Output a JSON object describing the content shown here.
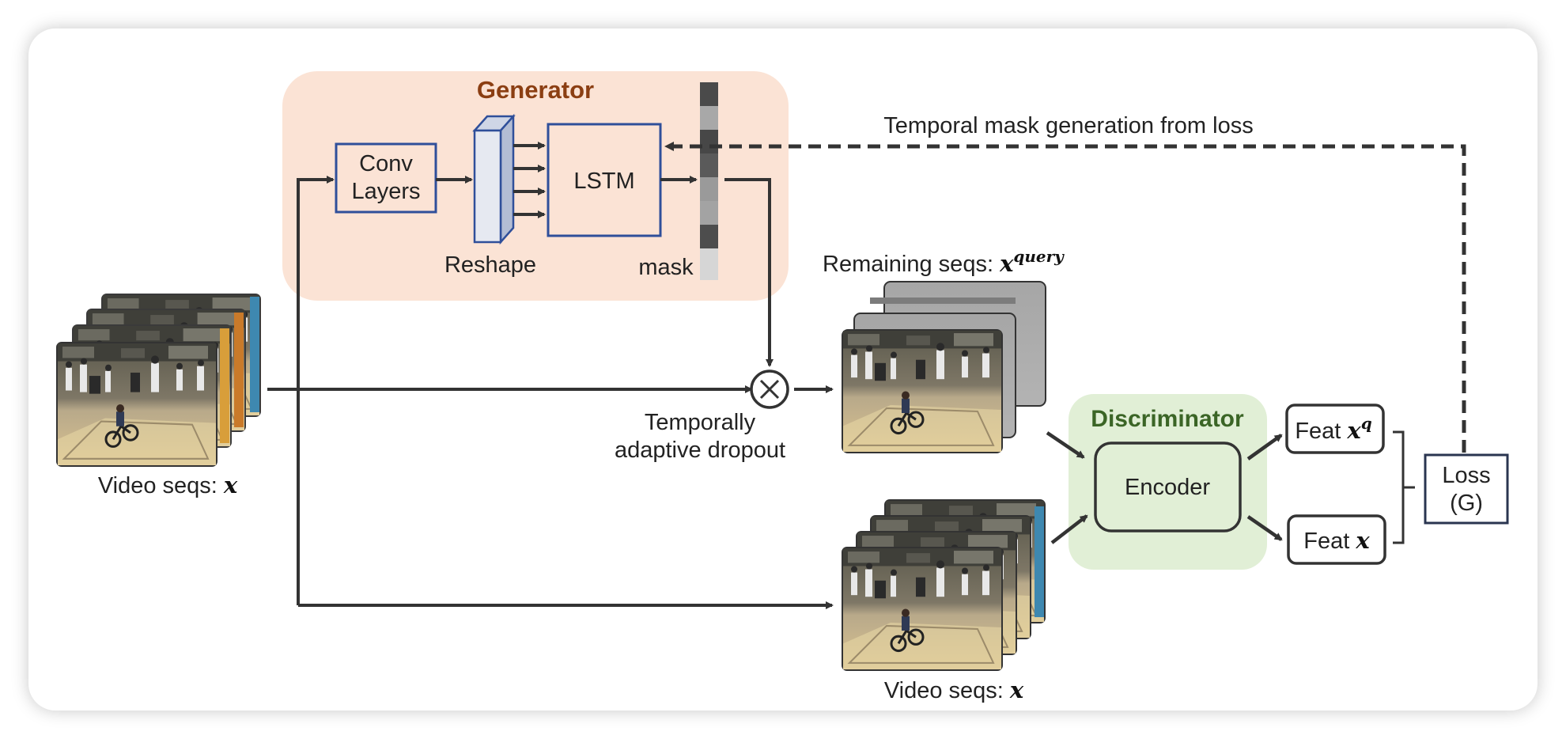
{
  "generator": {
    "title": "Generator",
    "conv_line1": "Conv",
    "conv_line2": "Layers",
    "reshape": "Reshape",
    "lstm": "LSTM",
    "mask": "mask"
  },
  "feedback_label": "Temporal mask generation from loss",
  "dropout": {
    "line1": "Temporally",
    "line2": "adaptive dropout"
  },
  "remaining": {
    "prefix": "Remaining seqs: ",
    "symbol": "x",
    "superscript": "query"
  },
  "video_input": {
    "prefix": "Video seqs: ",
    "symbol": "x"
  },
  "video_lower": {
    "prefix": "Video seqs: ",
    "symbol": "x"
  },
  "discriminator": {
    "title": "Discriminator",
    "encoder": "Encoder"
  },
  "feat_q": {
    "prefix": "Feat ",
    "symbol": "x",
    "superscript": "q"
  },
  "feat_x": {
    "prefix": "Feat ",
    "symbol": "x"
  },
  "loss": {
    "line1": "Loss",
    "line2": "(G)"
  },
  "colors": {
    "generator_bg": "#fbe3d5",
    "generator_title": "#8b3e12",
    "discriminator_bg": "#e1efd6",
    "discriminator_title": "#3b6526",
    "module_border": "#2f4f9a",
    "arrow": "#333333"
  }
}
